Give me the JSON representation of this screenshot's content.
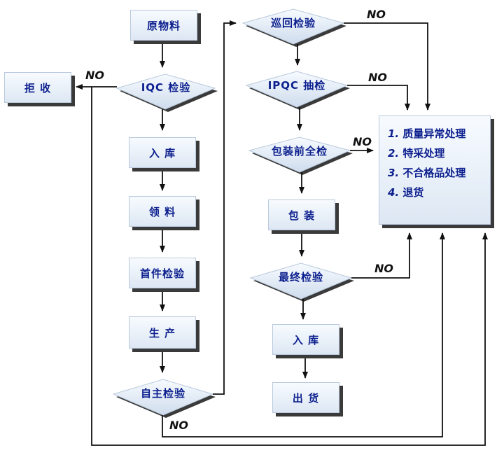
{
  "nodes": {
    "raw_material": "原物料",
    "reject": "拒 收",
    "iqc": "IQC 检验",
    "stock_in_1": "入 库",
    "material_pick": "领 料",
    "first_article": "首件检验",
    "production": "生 产",
    "self_inspection": "自主检验",
    "patrol": "巡回检验",
    "ipqc": "IPQC 抽检",
    "pre_pack": "包装前全检",
    "packing": "包 装",
    "final": "最终检验",
    "stock_in_2": "入 库",
    "shipment": "出 货"
  },
  "edge_labels": {
    "no_iqc": "NO",
    "no_patrol": "NO",
    "no_ipqc": "NO",
    "no_prepack": "NO",
    "no_final": "NO",
    "no_self": "NO"
  },
  "actions": {
    "items": [
      {
        "num": "1.",
        "text": "质量异常处理"
      },
      {
        "num": "2.",
        "text": "特采处理"
      },
      {
        "num": "3.",
        "text": "不合格品处理"
      },
      {
        "num": "4.",
        "text": "退货"
      }
    ]
  }
}
